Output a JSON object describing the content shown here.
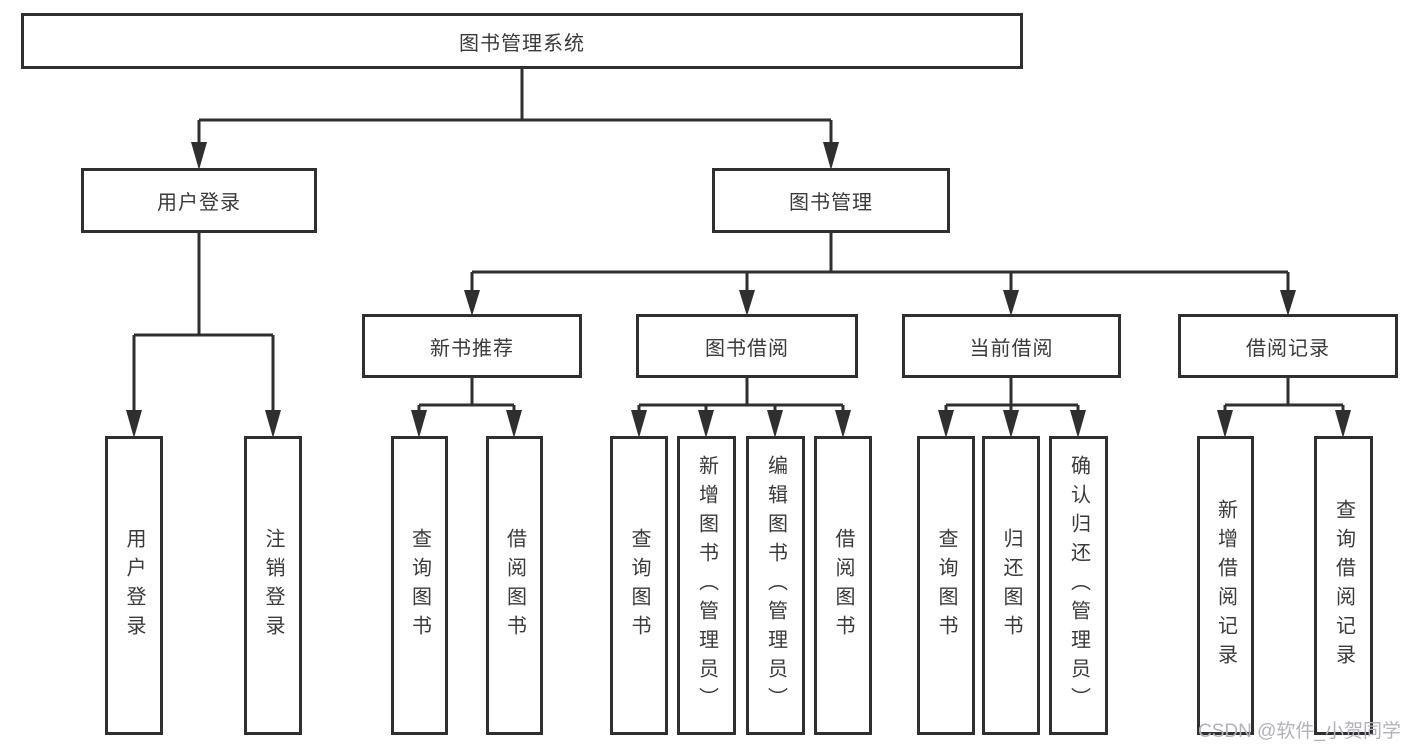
{
  "diagram_title": "图书管理系统",
  "tree": {
    "root": {
      "label": "图书管理系统",
      "children": [
        {
          "label": "用户登录",
          "children": [
            {
              "label": "用户登录"
            },
            {
              "label": "注销登录"
            }
          ]
        },
        {
          "label": "图书管理",
          "children": [
            {
              "label": "新书推荐",
              "children": [
                {
                  "label": "查询图书"
                },
                {
                  "label": "借阅图书"
                }
              ]
            },
            {
              "label": "图书借阅",
              "children": [
                {
                  "label": "查询图书"
                },
                {
                  "label": "新增图书（管理员）"
                },
                {
                  "label": "编辑图书（管理员）"
                },
                {
                  "label": "借阅图书"
                }
              ]
            },
            {
              "label": "当前借阅",
              "children": [
                {
                  "label": "查询图书"
                },
                {
                  "label": "归还图书"
                },
                {
                  "label": "确认归还（管理员）"
                }
              ]
            },
            {
              "label": "借阅记录",
              "children": [
                {
                  "label": "新增借阅记录"
                },
                {
                  "label": "查询借阅记录"
                }
              ]
            }
          ]
        }
      ]
    }
  },
  "watermark": {
    "text": "CSDN @软件_小贺同学"
  },
  "colors": {
    "line": "#2f2f2f",
    "text": "#3a3a3a",
    "background": "#ffffff",
    "watermark": "#b2b2bc"
  }
}
